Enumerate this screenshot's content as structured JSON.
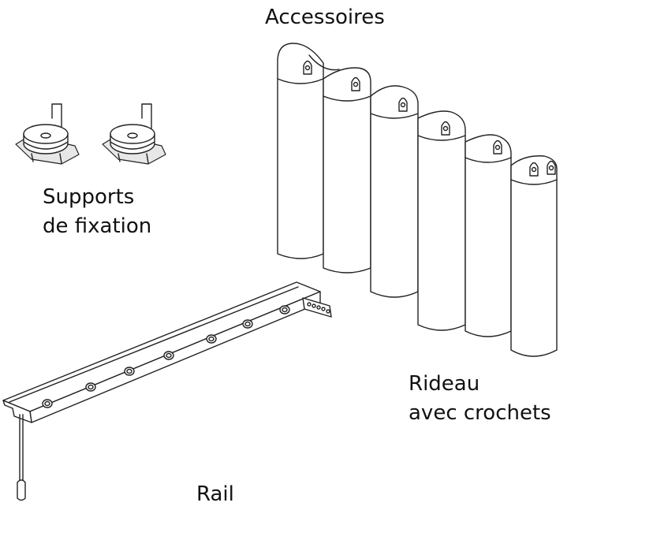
{
  "labels": {
    "accessories": "Accessoires",
    "brackets_line1": "Supports",
    "brackets_line2": "de fixation",
    "curtain_line1": "Rideau",
    "curtain_line2": "avec crochets",
    "rail": "Rail"
  },
  "colors": {
    "line": "#222222",
    "background": "#ffffff",
    "shade": "#e7e7e7"
  }
}
